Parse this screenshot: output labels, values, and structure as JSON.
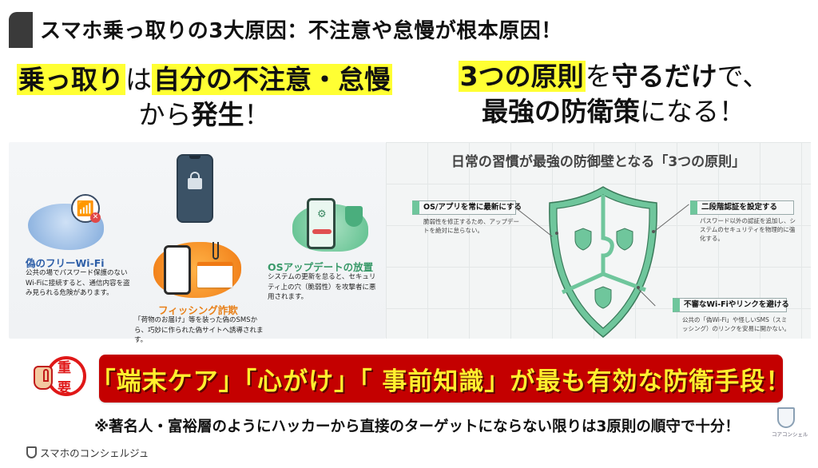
{
  "header": {
    "title": "スマホ乗っ取りの3大原因：不注意や怠慢が根本原因！"
  },
  "lead_left": {
    "line1_hl1": "乗っ取り",
    "line1_mid": "は",
    "line1_hl2": "自分の不注意・怠慢",
    "line2_pre": "から",
    "line2_bold": "発生",
    "line2_post": "！"
  },
  "lead_right": {
    "line1_hl": "3つの原則",
    "line1_mid": "を",
    "line1_bold": "守るだけ",
    "line1_post": "で、",
    "line2_bold": "最強の防衛策",
    "line2_post": "になる！"
  },
  "causes_panel": {
    "items": [
      {
        "title": "偽のフリーWi-Fi",
        "body": "公共の場でパスワード保護のないWi-Fiに接続すると、通信内容を盗み見られる危険があります。",
        "color": "#2e5fa8",
        "icon": "wifi-warning-icon"
      },
      {
        "title": "フィッシング詐欺",
        "body": "「荷物のお届け」等を装った偽のSMSから、巧妙に作られた偽サイトへ誘導されます。",
        "color": "#e8811a",
        "icon": "phishing-hook-icon"
      },
      {
        "title": "OSアップデートの放置",
        "body": "システムの更新を怠ると、セキュリティ上の穴（脆弱性）を攻撃者に悪用されます。",
        "color": "#3a9a6a",
        "icon": "os-update-icon"
      }
    ],
    "center_icon": "locked-phone-icon"
  },
  "principles_panel": {
    "title": "日常の習慣が最強の防御壁となる「3つの原則」",
    "accent": "#6fc69c",
    "items": [
      {
        "label": "OS/アプリを常に最新にする",
        "body": "脆弱性を修正するため、アップデートを絶対に怠らない。"
      },
      {
        "label": "二段階認証を設定する",
        "body": "パスワード以外の認証を追加し、システムのセキュリティを物理的に強化する。"
      },
      {
        "label": "不審なWi-Fiやリンクを避ける",
        "body": "公共の「偽Wi-Fi」や怪しいSMS（スミッシング）のリンクを安易に開かない。"
      }
    ]
  },
  "important_badge": {
    "label": "重要"
  },
  "banner": {
    "text": "「端末ケア」「心がけ」「 事前知識」が最も有効な防衛手段！",
    "bg": "#c40000",
    "fg": "#ffef2e"
  },
  "note": {
    "text": "※著名人・富裕層のようにハッカーから直接のターゲットにならない限りは3原則の順守で十分！"
  },
  "footer": {
    "brand": "スマホのコンシェルジュ",
    "corner_logo_text": "コアコンシェル"
  }
}
